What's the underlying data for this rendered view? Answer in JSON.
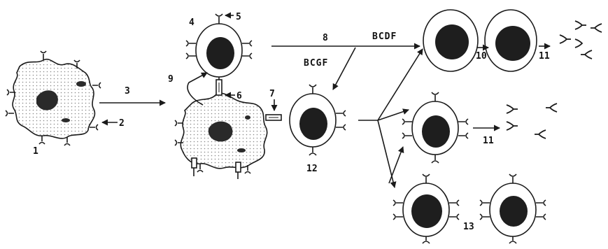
{
  "labels": {
    "n1": "1",
    "n2": "2",
    "n3": "3",
    "n4": "4",
    "n5": "5",
    "n6": "6",
    "n7": "7",
    "n8": "8",
    "n9": "9",
    "n10": "10",
    "n11a": "11",
    "n11b": "11",
    "n12": "12",
    "n13": "13"
  },
  "factors": {
    "bcdf": "BCDF",
    "bcgf": "BCGF"
  },
  "colors": {
    "ink": "#1a1a1a",
    "dots": "#9a9a9a",
    "fill": "#ffffff"
  }
}
